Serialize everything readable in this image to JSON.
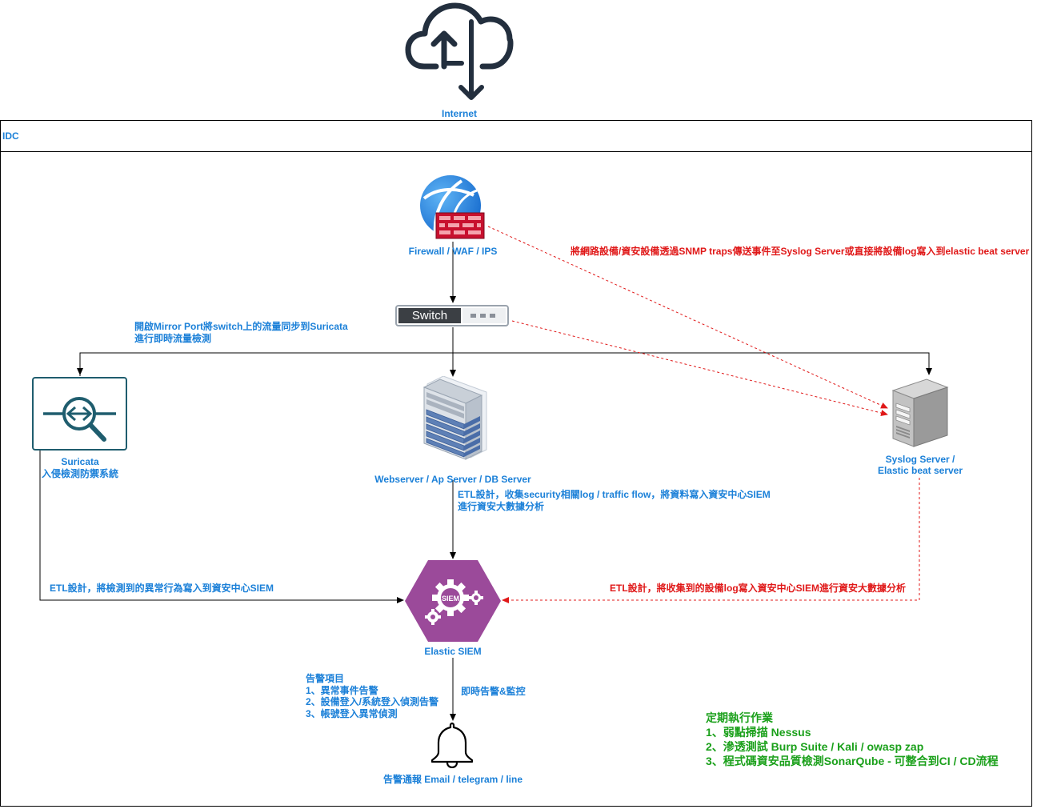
{
  "internet": {
    "label": "Internet"
  },
  "idc": {
    "title": "IDC"
  },
  "firewall": {
    "label": "Firewall / WAF / IPS"
  },
  "switch": {
    "label": "Switch"
  },
  "mirror_note": {
    "line1": "開啟Mirror Port將switch上的流量同步到Suricata",
    "line2": "進行即時流量檢測"
  },
  "suricata": {
    "line1": "Suricata",
    "line2": "入侵檢測防禦系統"
  },
  "webserver": {
    "label": "Webserver / Ap Server / DB Server"
  },
  "etl_web_note": {
    "line1": "ETL設計，收集security相關log / traffic flow，將資料寫入資安中心SIEM",
    "line2": "進行資安大數據分析"
  },
  "syslog": {
    "line1": "Syslog Server /",
    "line2": "Elastic beat server"
  },
  "snmp_note": {
    "text": "將網路設備/資安設備透過SNMP traps傳送事件至Syslog  Server或直接將設備log寫入到elastic beat server"
  },
  "etl_suricata_note": {
    "text": "ETL設計，將檢測到的異常行為寫入到資安中心SIEM"
  },
  "etl_syslog_note": {
    "text": "ETL設計，將收集到的設備log寫入資安中心SIEM進行資安大數據分析"
  },
  "siem": {
    "label": "Elastic SIEM",
    "badge": "SIEM"
  },
  "alert_items": {
    "title": "告警項目",
    "items": [
      "1、異常事件告警",
      "2、設備登入/系統登入偵測告警",
      "3、帳號登入異常偵測"
    ]
  },
  "realtime_note": {
    "text": "即時告警&監控"
  },
  "notify": {
    "label": "告警通報 Email / telegram / line"
  },
  "periodic_tasks": {
    "title": "定期執行作業",
    "items": [
      "1、弱點掃描 Nessus",
      "2、滲透測試 Burp Suite / Kali / owasp zap",
      "3、程式碼資安品質檢測SonarQube - 可整合到CI / CD流程"
    ]
  },
  "colors": {
    "blue_text": "#1b80d8",
    "red_text": "#e01818",
    "green_text": "#1aa01a",
    "siem_purple": "#9b4a9a",
    "suricata_teal": "#1f5d6e"
  }
}
